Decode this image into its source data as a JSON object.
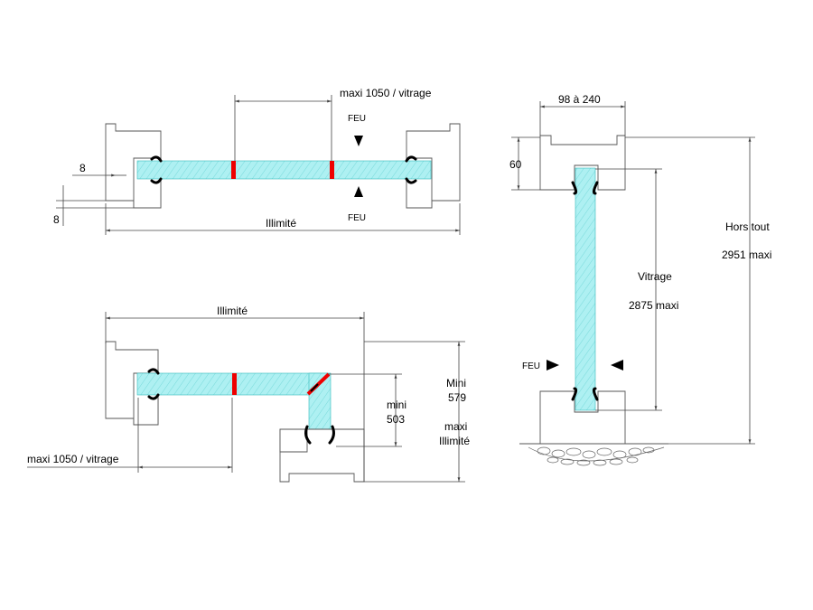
{
  "labels": {
    "top_max_width": "maxi 1050 / vitrage",
    "feu_top": "FEU",
    "feu_bottom": "FEU",
    "dim_8_horizontal": "8",
    "dim_8_vertical": "8",
    "top_length": "Illimité",
    "corner_length": "Illimité",
    "corner_mini_label": "Mini",
    "corner_mini_value": "579",
    "corner_inner_mini_label": "mini",
    "corner_inner_mini_value": "503",
    "corner_maxi_label": "maxi",
    "corner_maxi_value": "Illimité",
    "corner_max_width": "maxi 1050 / vitrage",
    "section_width": "98 à 240",
    "section_head_height": "60",
    "section_overall_label": "Hors tout",
    "section_overall_value": "2951 maxi",
    "section_glazing_label": "Vitrage",
    "section_glazing_value": "2875 maxi",
    "section_feu": "FEU"
  },
  "colors": {
    "glass": "#aef0f2",
    "joint": "#e00000",
    "line": "#444444"
  }
}
